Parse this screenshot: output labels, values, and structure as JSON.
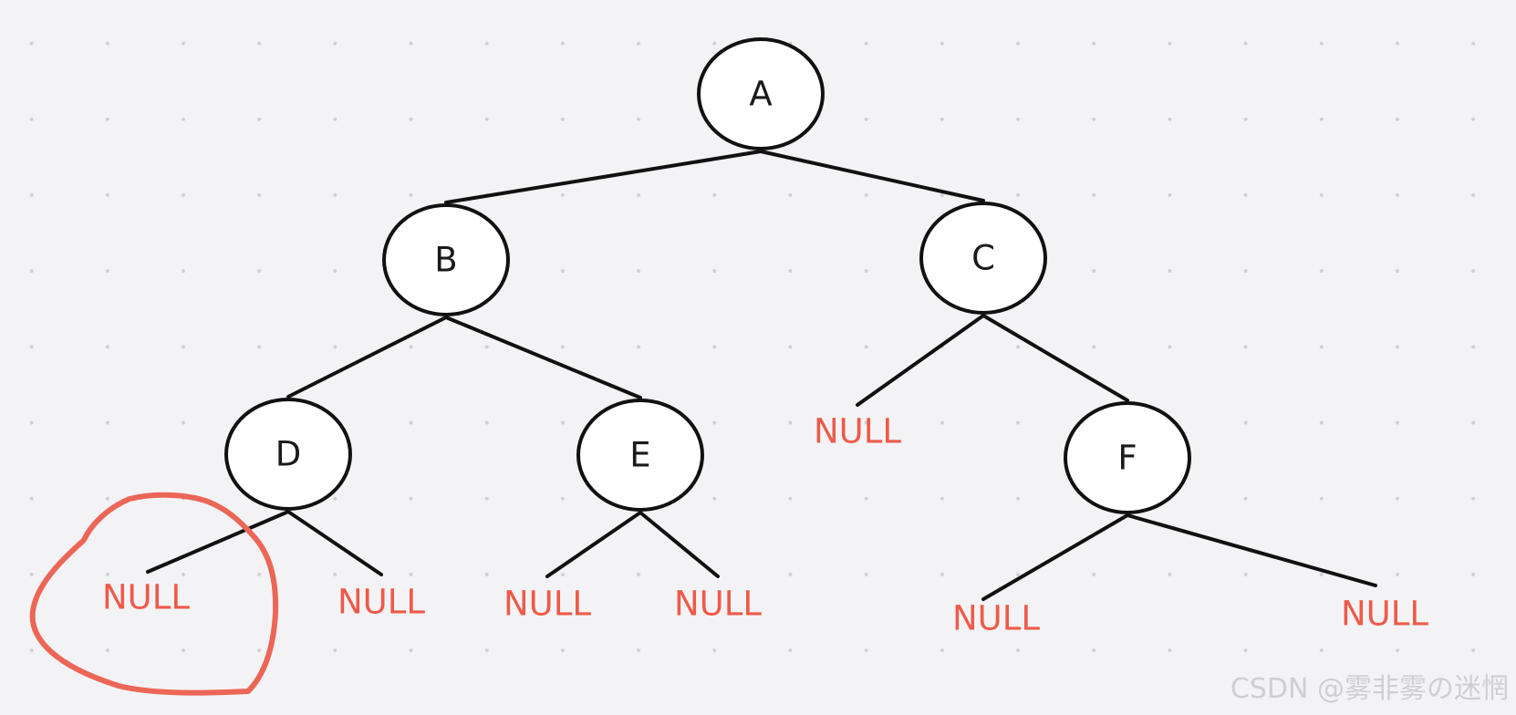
{
  "diagram": {
    "nodes": [
      {
        "id": "A",
        "label": "A"
      },
      {
        "id": "B",
        "label": "B"
      },
      {
        "id": "C",
        "label": "C"
      },
      {
        "id": "D",
        "label": "D"
      },
      {
        "id": "E",
        "label": "E"
      },
      {
        "id": "F",
        "label": "F"
      }
    ],
    "null_label": "NULL",
    "null_leaves": [
      {
        "id": "D-left",
        "parent": "D",
        "highlighted": true
      },
      {
        "id": "D-right",
        "parent": "D"
      },
      {
        "id": "E-left",
        "parent": "E"
      },
      {
        "id": "E-right",
        "parent": "E"
      },
      {
        "id": "C-left",
        "parent": "C"
      },
      {
        "id": "F-left",
        "parent": "F"
      },
      {
        "id": "F-right",
        "parent": "F"
      }
    ],
    "edges": [
      [
        "A",
        "B"
      ],
      [
        "A",
        "C"
      ],
      [
        "B",
        "D"
      ],
      [
        "B",
        "E"
      ],
      [
        "C",
        "C-left"
      ],
      [
        "C",
        "F"
      ],
      [
        "D",
        "D-left"
      ],
      [
        "D",
        "D-right"
      ],
      [
        "E",
        "E-left"
      ],
      [
        "E",
        "E-right"
      ],
      [
        "F",
        "F-left"
      ],
      [
        "F",
        "F-right"
      ]
    ]
  },
  "colors": {
    "background": "#f3f3f5",
    "null_text": "#ee5a4a",
    "highlight_stroke": "#ec6657",
    "node_stroke": "#111111"
  },
  "watermark": "CSDN @雾非雾の迷惘"
}
